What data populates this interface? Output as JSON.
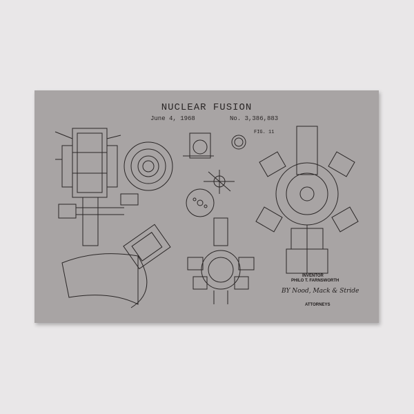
{
  "poster": {
    "title": "NUCLEAR FUSION",
    "date": "June 4, 1968",
    "patent_number": "No. 3,386,883",
    "figure_label": "FIG. 11",
    "inventor_label": "INVENTOR",
    "inventor_name": "PHILO T. FARNSWORTH",
    "signature": "BY Nood, Mack & Stride",
    "attorneys": "ATTORNEYS"
  },
  "colors": {
    "page_background": "#e9e7e8",
    "poster_background": "#a8a4a4",
    "ink": "#2a2626"
  }
}
